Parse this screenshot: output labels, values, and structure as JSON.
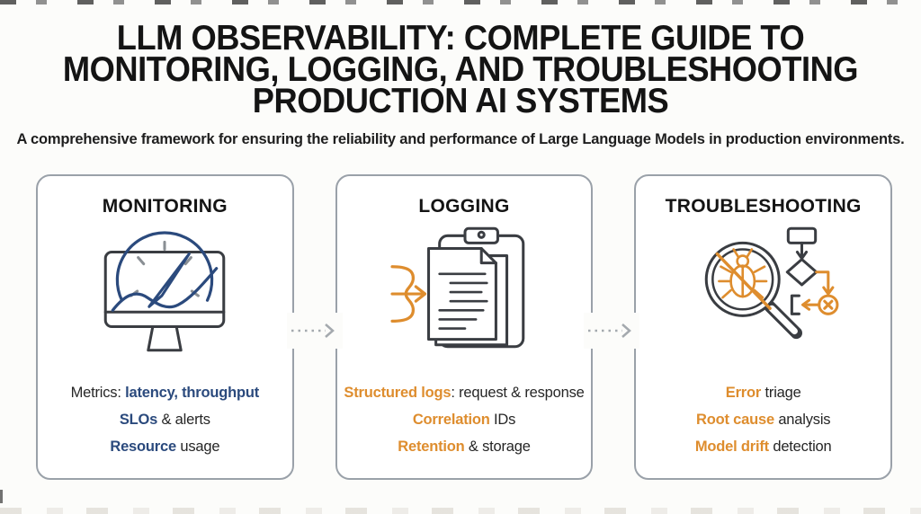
{
  "header": {
    "title_lines": [
      "LLM OBSERVABILITY: COMPLETE GUIDE TO",
      "MONITORING, LOGGING, AND TROUBLESHOOTING",
      "PRODUCTION AI SYSTEMS"
    ],
    "subtitle": "A comprehensive framework for ensuring the reliability and performance of Large Language Models in production environments."
  },
  "colors": {
    "navy_accent": "#2b4a7d",
    "orange_accent": "#de8d2e",
    "icon_stroke": "#3a3d42",
    "card_border": "#9aa1a9",
    "title_text": "#141414",
    "body_text": "#262626",
    "connector_gray": "#a4a9ae",
    "background": "#fcfcfa"
  },
  "cards": [
    {
      "title": "MONITORING",
      "icon": "monitor-gauge-icon",
      "accent": "#2b4a7d",
      "bullets": [
        [
          {
            "t": "Metrics: ",
            "hl": false
          },
          {
            "t": "latency, throughput",
            "hl": true
          }
        ],
        [
          {
            "t": "SLOs",
            "hl": true
          },
          {
            "t": " & alerts",
            "hl": false
          }
        ],
        [
          {
            "t": "Resource",
            "hl": true
          },
          {
            "t": " usage",
            "hl": false
          }
        ]
      ]
    },
    {
      "title": "LOGGING",
      "icon": "clipboard-logs-icon",
      "accent": "#de8d2e",
      "bullets": [
        [
          {
            "t": "Structured logs",
            "hl": true
          },
          {
            "t": ": request & response",
            "hl": false
          }
        ],
        [
          {
            "t": "Correlation",
            "hl": true
          },
          {
            "t": " IDs",
            "hl": false
          }
        ],
        [
          {
            "t": "Retention",
            "hl": true
          },
          {
            "t": " & storage",
            "hl": false
          }
        ]
      ]
    },
    {
      "title": "TROUBLESHOOTING",
      "icon": "magnifier-bug-icon",
      "accent": "#de8d2e",
      "bullets": [
        [
          {
            "t": "Error",
            "hl": true
          },
          {
            "t": " triage",
            "hl": false
          }
        ],
        [
          {
            "t": "Root cause",
            "hl": true
          },
          {
            "t": " analysis",
            "hl": false
          }
        ],
        [
          {
            "t": "Model drift",
            "hl": true
          },
          {
            "t": " detection",
            "hl": false
          }
        ]
      ]
    }
  ],
  "connectors": [
    {
      "name": "monitoring-to-logging",
      "style": "dotted-arrow-right"
    },
    {
      "name": "logging-to-troubleshooting",
      "style": "dotted-arrow-right"
    }
  ]
}
